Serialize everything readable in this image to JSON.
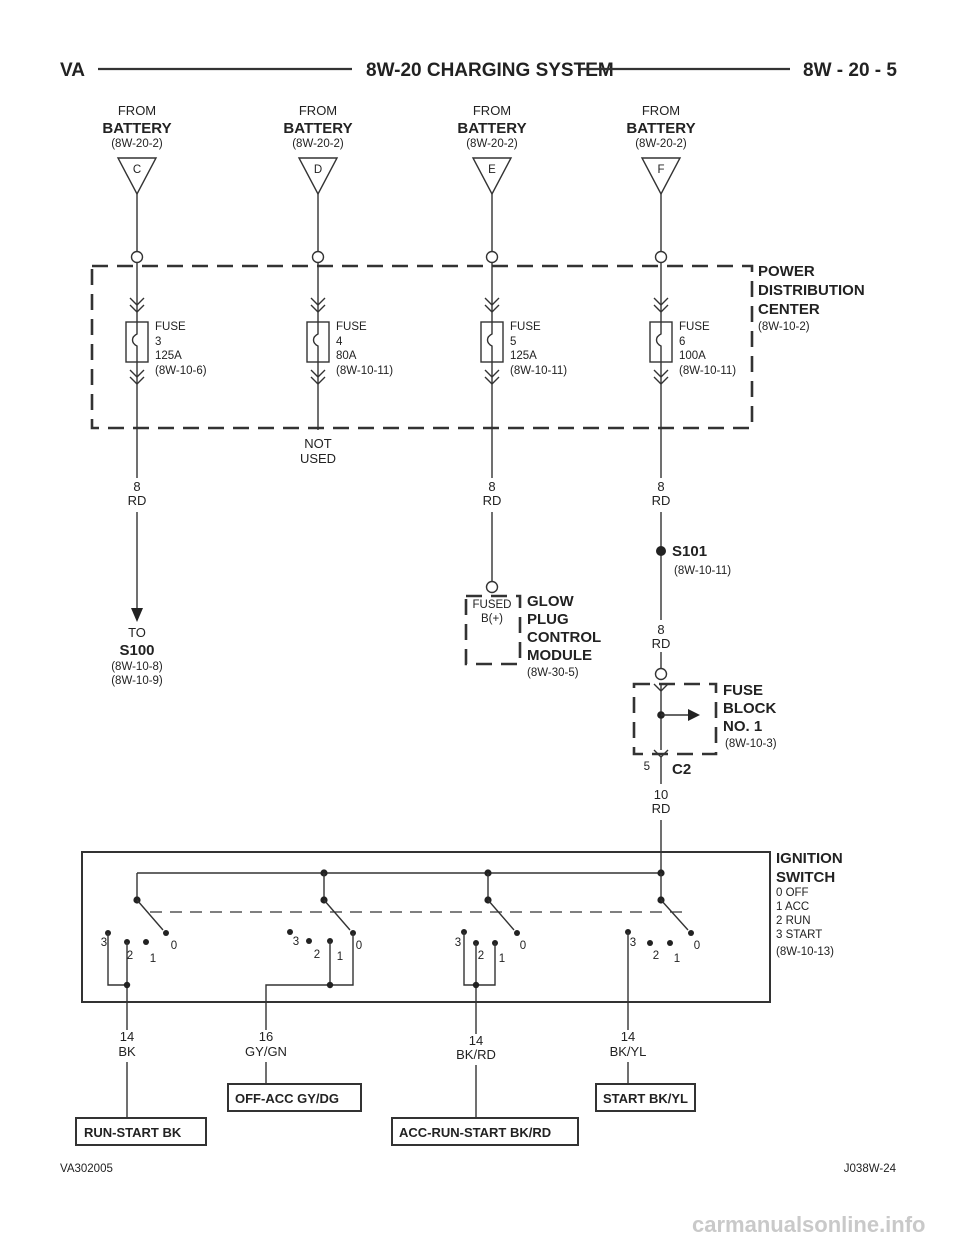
{
  "header": {
    "left": "VA",
    "title": "8W-20 CHARGING SYSTEM",
    "right": "8W - 20 - 5"
  },
  "sources": [
    {
      "from": "FROM",
      "name": "BATTERY",
      "ref": "(8W-20-2)",
      "letter": "C"
    },
    {
      "from": "FROM",
      "name": "BATTERY",
      "ref": "(8W-20-2)",
      "letter": "D"
    },
    {
      "from": "FROM",
      "name": "BATTERY",
      "ref": "(8W-20-2)",
      "letter": "E"
    },
    {
      "from": "FROM",
      "name": "BATTERY",
      "ref": "(8W-20-2)",
      "letter": "F"
    }
  ],
  "pdc": {
    "line1": "POWER",
    "line2": "DISTRIBUTION",
    "line3": "CENTER",
    "ref": "(8W-10-2)"
  },
  "fuses": [
    {
      "label": "FUSE",
      "num": "3",
      "amp": "125A",
      "ref": "(8W-10-6)"
    },
    {
      "label": "FUSE",
      "num": "4",
      "amp": "80A",
      "ref": "(8W-10-11)"
    },
    {
      "label": "FUSE",
      "num": "5",
      "amp": "125A",
      "ref": "(8W-10-11)"
    },
    {
      "label": "FUSE",
      "num": "6",
      "amp": "100A",
      "ref": "(8W-10-11)"
    }
  ],
  "not_used": {
    "line1": "NOT",
    "line2": "USED"
  },
  "wires": {
    "w1": {
      "gauge": "8",
      "color": "RD"
    },
    "w3": {
      "gauge": "8",
      "color": "RD"
    },
    "w4": {
      "gauge": "8",
      "color": "RD"
    },
    "w4b": {
      "gauge": "8",
      "color": "RD"
    },
    "w5": {
      "gauge": "10",
      "color": "RD"
    },
    "sw1": {
      "gauge": "14",
      "color": "BK"
    },
    "sw2": {
      "gauge": "16",
      "color": "GY/GN"
    },
    "sw3": {
      "gauge": "14",
      "color": "BK/RD"
    },
    "sw4": {
      "gauge": "14",
      "color": "BK/YL"
    }
  },
  "to_s100": {
    "to": "TO",
    "name": "S100",
    "ref1": "(8W-10-8)",
    "ref2": "(8W-10-9)"
  },
  "glow": {
    "pin1": "FUSED",
    "pin2": "B(+)",
    "line1": "GLOW",
    "line2": "PLUG",
    "line3": "CONTROL",
    "line4": "MODULE",
    "ref": "(8W-30-5)"
  },
  "splice": {
    "name": "S101",
    "ref": "(8W-10-11)"
  },
  "fuse_block": {
    "line1": "FUSE",
    "line2": "BLOCK",
    "line3": "NO. 1",
    "ref": "(8W-10-3)",
    "pin": "5",
    "connector": "C2"
  },
  "ignition": {
    "line1": "IGNITION",
    "line2": "SWITCH",
    "pos0": "0 OFF",
    "pos1": "1 ACC",
    "pos2": "2 RUN",
    "pos3": "3 START",
    "ref": "(8W-10-13)",
    "positions": [
      "3",
      "2",
      "1",
      "0"
    ]
  },
  "outputs": {
    "run_start": "RUN-START BK",
    "off_acc": "OFF-ACC GY/DG",
    "acc_run_start": "ACC-RUN-START BK/RD",
    "start": "START BK/YL"
  },
  "footer": {
    "left": "VA302005",
    "right": "J038W-24"
  },
  "watermark": "carmanualsonline.info"
}
